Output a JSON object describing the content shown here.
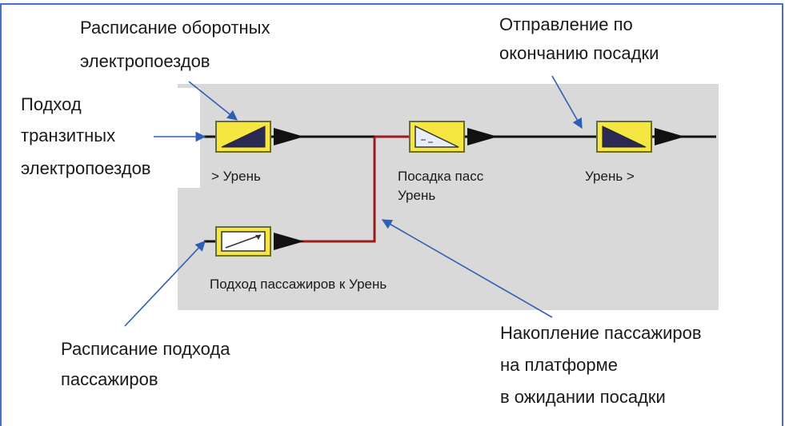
{
  "annotations": {
    "schedule_turnover": [
      "Расписание оборотных",
      "электропоездов"
    ],
    "transit_arrival": [
      "Подход",
      "транзитных",
      "электропоездов"
    ],
    "departure_after_boarding": [
      "Отправление по",
      "окончанию посадки"
    ],
    "passenger_arrival_schedule": [
      "Расписание подхода",
      "пассажиров"
    ],
    "platform_accumulation": [
      "Накопление пассажиров",
      "на платформе",
      "в ожидании посадки"
    ]
  },
  "blocks": {
    "entry": {
      "label": "> Урень"
    },
    "boarding": {
      "label": [
        "Посадка пасс",
        "Урень"
      ]
    },
    "exit": {
      "label": "Урень >"
    },
    "passengers": {
      "label": "Подход пассажиров к Урень"
    }
  },
  "colors": {
    "frame": "#4472c4",
    "panel": "#d9d9d9",
    "block_fill": "#f5e642",
    "block_border": "#6b6b2a",
    "link_red": "#9b1c1c",
    "link_black": "#111111",
    "pointer_blue": "#2f5fb5"
  }
}
